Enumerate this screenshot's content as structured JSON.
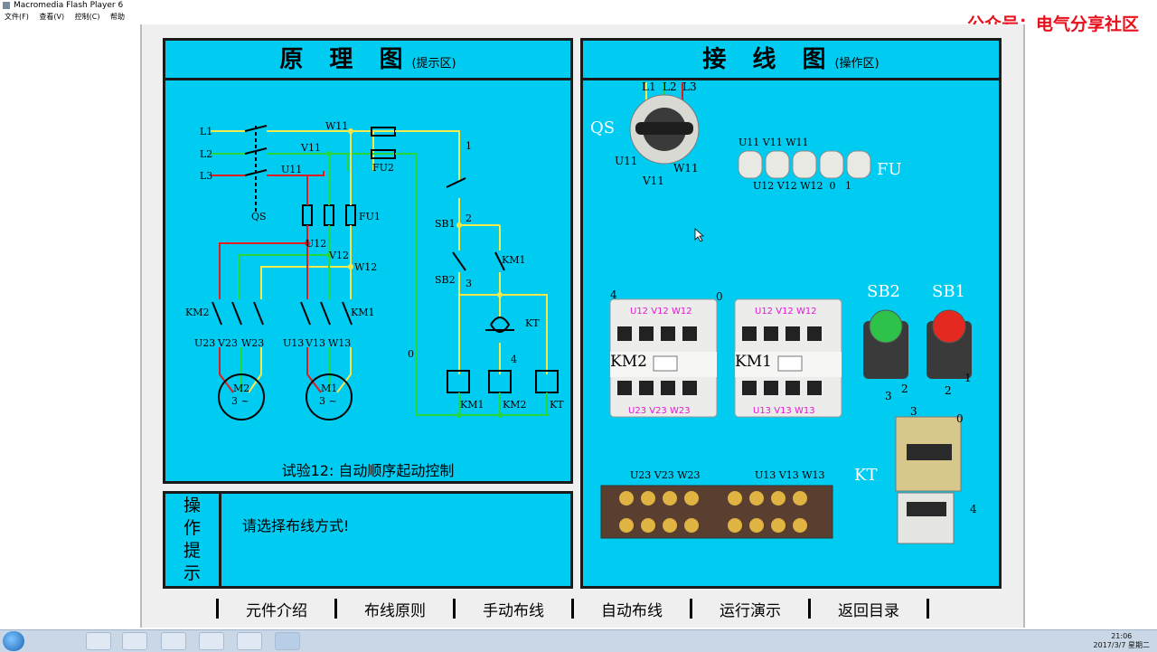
{
  "window": {
    "title": "Macromedia Flash Player 6"
  },
  "menu": [
    "文件(F)",
    "查看(V)",
    "控制(C)",
    "帮助"
  ],
  "watermark": "公众号：电气分享社区",
  "schematic_panel": {
    "title": "原 理 图",
    "subtitle": "(提示区)",
    "caption": "试验12: 自动顺序起动控制",
    "labels": {
      "L1": "L1",
      "L2": "L2",
      "L3": "L3",
      "QS": "QS",
      "U11": "U11",
      "V11": "V11",
      "W11": "W11",
      "FU1": "FU1",
      "FU2": "FU2",
      "U12": "U12",
      "V12": "V12",
      "W12": "W12",
      "KM2": "KM2",
      "KM1": "KM1",
      "U23": "U23",
      "V23": "V23",
      "W23": "W23",
      "U13": "U13",
      "V13": "V13",
      "W13": "W13",
      "M2": "M2",
      "M1": "M1",
      "phase": "3 ~",
      "n1": "1",
      "n2": "2",
      "n3": "3",
      "n4": "4",
      "n0": "0",
      "SB1": "SB1",
      "SB2": "SB2",
      "KT": "KT"
    }
  },
  "wiring_panel": {
    "title": "接 线 图",
    "subtitle": "(操作区)",
    "labels": {
      "QS": "QS",
      "L1": "L1",
      "L2": "L2",
      "L3": "L3",
      "U11": "U11",
      "V11": "V11",
      "W11": "W11",
      "FU": "FU",
      "U12": "U12",
      "V12": "V12",
      "W12": "W12",
      "n0": "0",
      "n1": "1",
      "KM2": "KM2",
      "KM1": "KM1",
      "four": "4",
      "zero": "0",
      "SB2": "SB2",
      "SB1": "SB1",
      "sb2_3": "3",
      "sb2_2": "2",
      "sb1_2": "2",
      "sb1_1": "1",
      "KT": "KT",
      "kt_3": "3",
      "kt_0": "0",
      "kt_4": "4",
      "U23": "U23",
      "V23": "V23",
      "W23": "W23",
      "U13": "U13",
      "V13": "V13",
      "W13": "W13"
    }
  },
  "tip_panel": {
    "heading": [
      "操",
      "作",
      "提",
      "示"
    ],
    "message": "请选择布线方式!"
  },
  "nav": [
    "元件介绍",
    "布线原则",
    "手动布线",
    "自动布线",
    "运行演示",
    "返回目录"
  ],
  "taskbar": {
    "time": "21:06",
    "date": "2017/3/7 星期二"
  }
}
